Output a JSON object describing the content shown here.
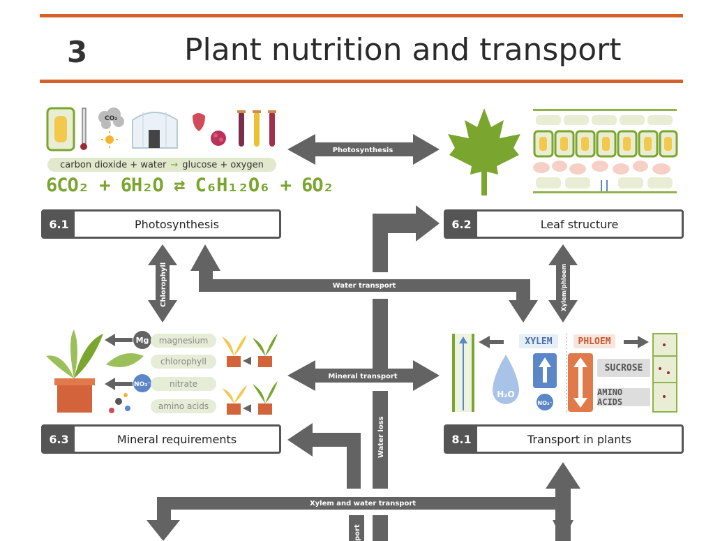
{
  "chapter": {
    "number": "3",
    "title": "Plant nutrition and transport"
  },
  "sections": [
    {
      "num": "6.1",
      "label": "Photosynthesis"
    },
    {
      "num": "6.2",
      "label": "Leaf structure"
    },
    {
      "num": "6.3",
      "label": "Mineral requirements"
    },
    {
      "num": "8.1",
      "label": "Transport in plants"
    }
  ],
  "arrows": {
    "photosynthesis": "Photosynthesis",
    "chlorophyll": "Chlorophyll",
    "water_transport": "Water transport",
    "xylem_phloem": "Xylem/phloem",
    "mineral_transport": "Mineral transport",
    "water_loss": "Water loss",
    "xylem_and_water": "Xylem and water transport",
    "partial_bottom": "port"
  },
  "photosynthesis_panel": {
    "word_eq_left": "carbon dioxide + water",
    "word_eq_right": "glucose + oxygen",
    "symbol_eq": "6CO₂ + 6H₂O ⇄ C₆H₁₂O₆ + 6O₂",
    "co2_label": "CO₂"
  },
  "mineral_panel": {
    "items": [
      "magnesium",
      "chlorophyll",
      "nitrate",
      "amino acids"
    ],
    "mg_symbol": "Mg",
    "no3_symbol": "NO₃⁻"
  },
  "transport_panel": {
    "xylem": "XYLEM",
    "phloem": "PHLOEM",
    "sucrose": "SUCROSE",
    "amino_acids": "AMINO ACIDS",
    "h2o": "H₂O",
    "no3": "NO₃⁻"
  },
  "colors": {
    "accent": "#d4602a",
    "arrow": "#636363",
    "green": "#7aa52e",
    "box": "#555555"
  }
}
